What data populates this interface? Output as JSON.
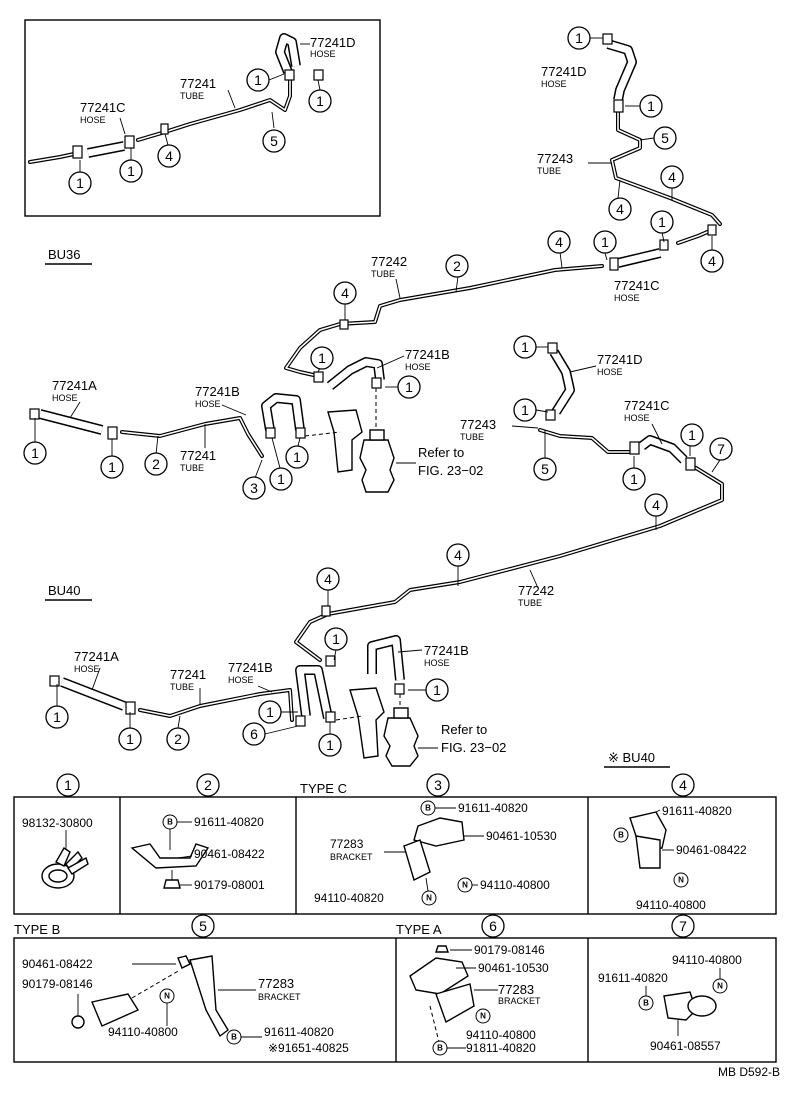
{
  "diagram_code": "MB D592-B",
  "sections": {
    "bu36": "BU36",
    "bu40": "BU40",
    "bu40_star": "※ BU40"
  },
  "labels": {
    "inset": {
      "hose_d": [
        "77241D",
        "HOSE"
      ],
      "tube": [
        "77241",
        "TUBE"
      ],
      "hose_c": [
        "77241C",
        "HOSE"
      ]
    },
    "bu36": {
      "hose_d": [
        "77241D",
        "HOSE"
      ],
      "tube_43": [
        "77243",
        "TUBE"
      ],
      "tube_42": [
        "77242",
        "TUBE"
      ],
      "hose_c": [
        "77241C",
        "HOSE"
      ],
      "hose_b": [
        "77241B",
        "HOSE"
      ],
      "hose_a": [
        "77241A",
        "HOSE"
      ],
      "hose_b2": [
        "77241B",
        "HOSE"
      ],
      "tube": [
        "77241",
        "TUBE"
      ],
      "refer1": "Refer to",
      "refer2": "FIG. 23−02"
    },
    "bu40": {
      "hose_d": [
        "77241D",
        "HOSE"
      ],
      "hose_c": [
        "77241C",
        "HOSE"
      ],
      "tube_43": [
        "77243",
        "TUBE"
      ],
      "tube_42": [
        "77242",
        "TUBE"
      ],
      "hose_a": [
        "77241A",
        "HOSE"
      ],
      "tube": [
        "77241",
        "TUBE"
      ],
      "hose_b": [
        "77241B",
        "HOSE"
      ],
      "hose_b2": [
        "77241B",
        "HOSE"
      ],
      "refer1": "Refer to",
      "refer2": "FIG. 23−02"
    }
  },
  "callouts": [
    "1",
    "2",
    "3",
    "4",
    "5",
    "6",
    "7"
  ],
  "detail_boxes": {
    "box1": {
      "parts": [
        "98132-30800"
      ]
    },
    "box2": {
      "parts": [
        "91611-40820",
        "90461-08422",
        "90179-08001"
      ],
      "marks": [
        "B"
      ]
    },
    "box3": {
      "type": "TYPE C",
      "parts": [
        "91611-40820",
        "90461-10530",
        "77283",
        "BRACKET",
        "94110-40820",
        "94110-40800"
      ],
      "marks": [
        "B",
        "N",
        "N"
      ]
    },
    "box4": {
      "parts": [
        "91611-40820",
        "90461-08422",
        "94110-40800"
      ],
      "marks": [
        "B",
        "N"
      ]
    },
    "box5": {
      "type": "TYPE B",
      "parts": [
        "90461-08422",
        "90179-08146",
        "94110-40800",
        "77283",
        "BRACKET",
        "91611-40820",
        "※91651-40825"
      ],
      "marks": [
        "N",
        "B"
      ]
    },
    "box6": {
      "type": "TYPE A",
      "parts": [
        "90179-08146",
        "90461-10530",
        "77283",
        "BRACKET",
        "94110-40800",
        "91811-40820"
      ],
      "marks": [
        "N",
        "B"
      ]
    },
    "box7": {
      "parts": [
        "94110-40800",
        "91611-40820",
        "90461-08557"
      ],
      "marks": [
        "N",
        "B"
      ]
    }
  }
}
